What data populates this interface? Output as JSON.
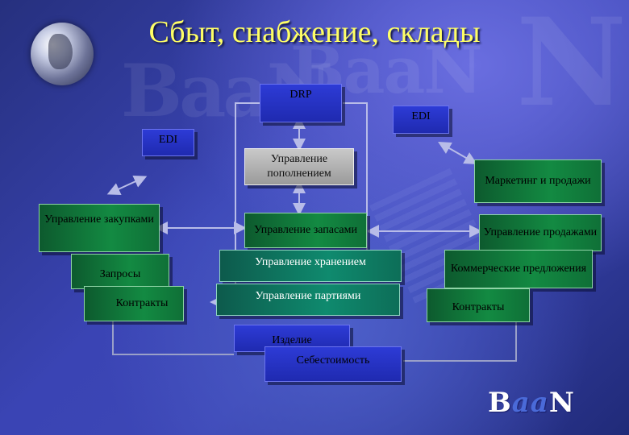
{
  "title": "Сбыт, снабжение, склады",
  "boxes": {
    "drp": "DRP",
    "edi_right": "EDI",
    "edi_left": "EDI",
    "replenishment": "Управление пополнением",
    "marketing": "Маркетинг и продажи",
    "purchasing": "Управление закупками",
    "inventory": "Управление запасами",
    "sales_mgmt": "Управление продажами",
    "requests": "Запросы",
    "storage": "Управление хранением",
    "commercial_offers": "Коммерческие предложения",
    "contracts_left": "Контракты",
    "batches": "Управление партиями",
    "contracts_right": "Контракты",
    "item": "Изделие",
    "cost": "Себестоимость"
  },
  "logo": {
    "b": "B",
    "aa": "aa",
    "n": "N"
  },
  "watermarks": {
    "large_n": "N",
    "baan_small": "BaaN"
  },
  "colors": {
    "title": "#ffff66",
    "blue_box": "#2432c8",
    "green_box": "#118a40",
    "teal_box": "#0f8a6e",
    "grey_box": "#b0b0b0",
    "arrows": "#b8bce8"
  }
}
